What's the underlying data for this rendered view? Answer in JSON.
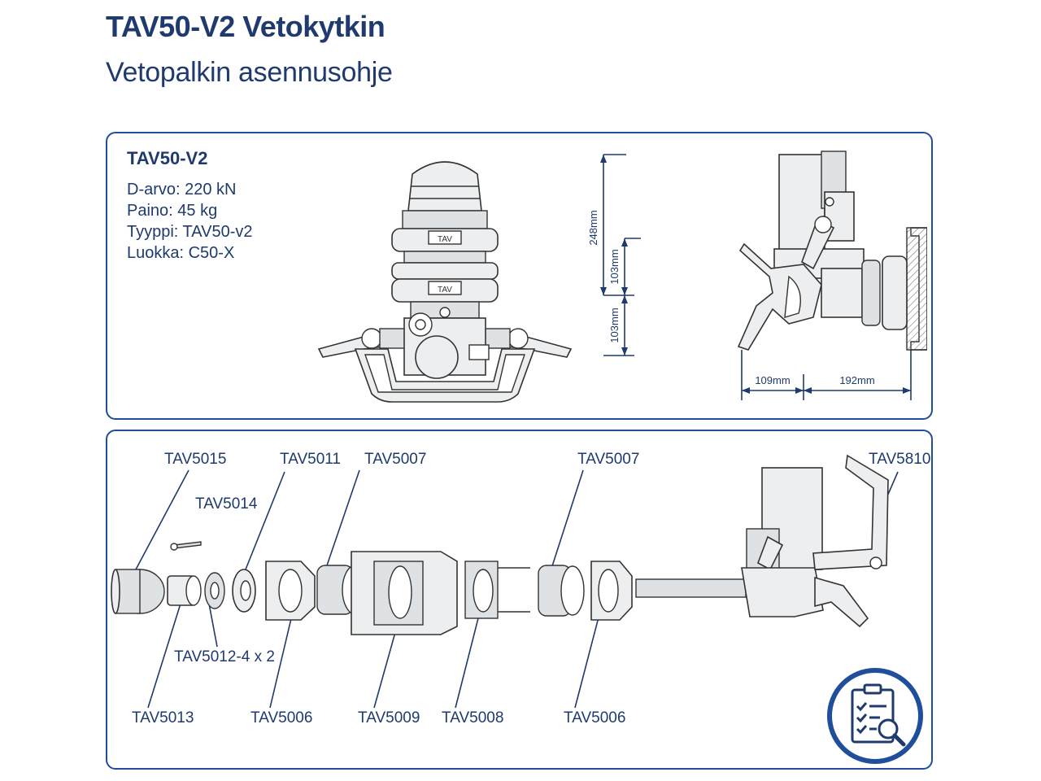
{
  "header": {
    "title": "TAV50-V2 Vetokytkin",
    "subtitle": "Vetopalkin asennusohje"
  },
  "specs": {
    "model": "TAV50-V2",
    "items": [
      "D-arvo: 220 kN",
      "Paino: 45 kg",
      "Tyyppi: TAV50-v2",
      "Luokka: C50-X"
    ]
  },
  "dimensions": {
    "height_total": "248mm",
    "height_upper": "103mm",
    "height_lower": "103mm",
    "depth_front": "109mm",
    "depth_rear": "192mm"
  },
  "device_labels": {
    "plate_front": "TAV",
    "plate_lower": "TAV"
  },
  "parts": {
    "tav5015": "TAV5015",
    "tav5014": "TAV5014",
    "tav5011": "TAV5011",
    "tav5007a": "TAV5007",
    "tav5007b": "TAV5007",
    "tav5810": "TAV5810",
    "tav5012": "TAV5012-4 x 2",
    "tav5013": "TAV5013",
    "tav5006a": "TAV5006",
    "tav5009": "TAV5009",
    "tav5008": "TAV5008",
    "tav5006b": "TAV5006"
  },
  "icons": {
    "checklist": "checklist-search-icon"
  },
  "colors": {
    "brand": "#1f3a6e",
    "border": "#1f4e9a"
  }
}
